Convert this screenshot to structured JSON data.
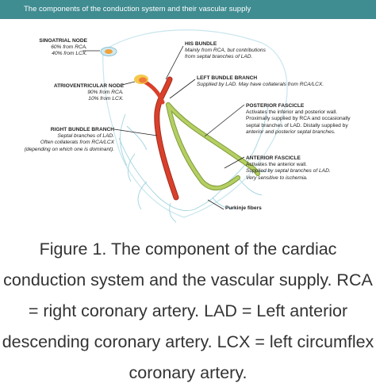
{
  "header": {
    "title": "The components of the conduction system and their vascular supply"
  },
  "labels": {
    "sa_node": {
      "title": "SINOATRIAL NODE",
      "lines": [
        "60% from RCA.",
        "40% from LCX."
      ]
    },
    "av_node": {
      "title": "ATRIOVENTRICULAR NODE",
      "lines": [
        "90% from RCA.",
        "10% from LCX."
      ]
    },
    "rbb": {
      "title": "RIGHT BUNDLE BRANCH",
      "lines": [
        "Septal branches of LAD.",
        "Often collaterals from RCA/LCX",
        "(depending on which one is dominant)."
      ]
    },
    "his": {
      "title": "HIS BUNDLE",
      "lines": [
        "Mainly from RCA, but contributions",
        "from septal branches of LAD."
      ]
    },
    "lbb": {
      "title": "LEFT BUNDLE BRANCH",
      "lines": [
        "Supplied by LAD. May have collaterals from RCA/LCX."
      ]
    },
    "posterior": {
      "title": "POSTERIOR FASCICLE",
      "lines": [
        "Activates the inferior and posterior wall.",
        "Proximally supplied by RCA and occasionally",
        "septal branches of LAD. Distally supplied by",
        "anterior and posterior septal branches."
      ]
    },
    "anterior": {
      "title": "ANTERIOR FASCICLE",
      "lines": [
        "Activates the anterior wall.",
        "Supplied by septal branches of LAD.",
        "Very sensitive to ischemia."
      ]
    },
    "purkinje": {
      "title": "Purkinje fibers"
    }
  },
  "caption": "Figure 1. The component of the cardiac conduction system and the vascular supply. RCA = right coronary artery. LAD = Left anterior descending coronary artery. LCX = left circumflex coronary artery.",
  "colors": {
    "banner": "#3f8c91",
    "right_branch": "#d9402b",
    "left_branch": "#b5cf63",
    "outline": "#9fd3df",
    "node": "#f2a23a"
  }
}
